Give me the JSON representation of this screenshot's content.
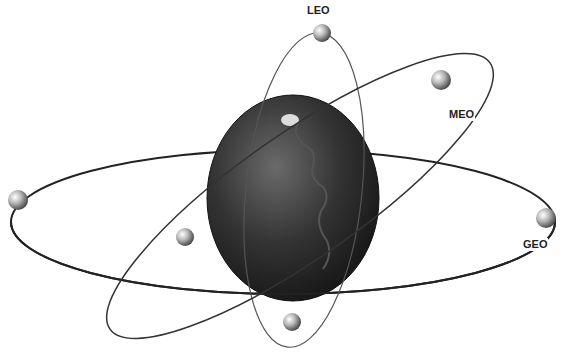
{
  "diagram": {
    "labels": [
      "LEO",
      "MEO",
      "GEO"
    ]
  }
}
